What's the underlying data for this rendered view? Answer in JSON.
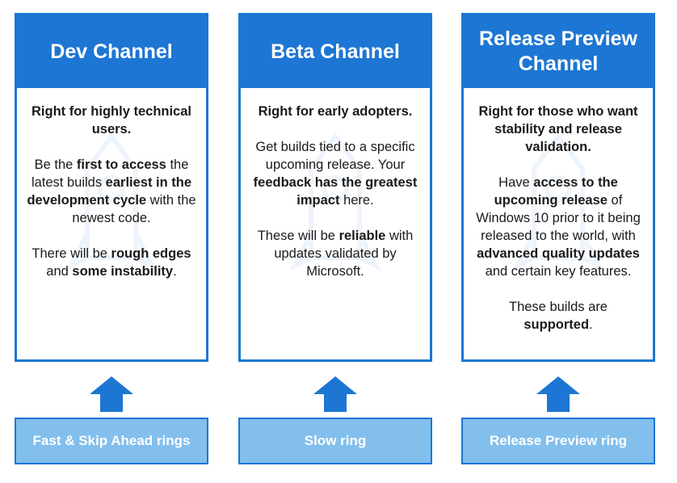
{
  "colors": {
    "primary": "#1d76d3",
    "ring_fill": "#82bfed"
  },
  "channels": [
    {
      "title": "Dev Channel",
      "headline": "Right for highly technical users.",
      "paragraphs": [
        [
          {
            "t": "Be the ",
            "b": false
          },
          {
            "t": "first to access",
            "b": true
          },
          {
            "t": " the latest builds ",
            "b": false
          },
          {
            "t": "earliest in the development cycle",
            "b": true
          },
          {
            "t": " with the newest code.",
            "b": false
          }
        ],
        [
          {
            "t": "There will be ",
            "b": false
          },
          {
            "t": "rough edges",
            "b": true
          },
          {
            "t": " and ",
            "b": false
          },
          {
            "t": "some instability",
            "b": true
          },
          {
            "t": ".",
            "b": false
          }
        ]
      ],
      "ring": "Fast & Skip Ahead rings"
    },
    {
      "title": "Beta Channel",
      "headline": "Right for early adopters.",
      "paragraphs": [
        [
          {
            "t": "Get builds tied to a specific upcoming release. Your ",
            "b": false
          },
          {
            "t": "feedback has the greatest impact",
            "b": true
          },
          {
            "t": " here.",
            "b": false
          }
        ],
        [
          {
            "t": "These will be ",
            "b": false
          },
          {
            "t": "reliable",
            "b": true
          },
          {
            "t": " with updates validated by Microsoft.",
            "b": false
          }
        ]
      ],
      "ring": "Slow ring"
    },
    {
      "title": "Release Preview Channel",
      "headline": "Right for those who want stability and release validation.",
      "paragraphs": [
        [
          {
            "t": "Have ",
            "b": false
          },
          {
            "t": "access to the upcoming release",
            "b": true
          },
          {
            "t": " of Windows 10 prior to it being released to the world, with ",
            "b": false
          },
          {
            "t": "advanced quality updates",
            "b": true
          },
          {
            "t": " and certain key features.",
            "b": false
          }
        ],
        [
          {
            "t": "These builds are ",
            "b": false
          },
          {
            "t": "supported",
            "b": true
          },
          {
            "t": ".",
            "b": false
          }
        ]
      ],
      "ring": "Release Preview ring"
    }
  ]
}
